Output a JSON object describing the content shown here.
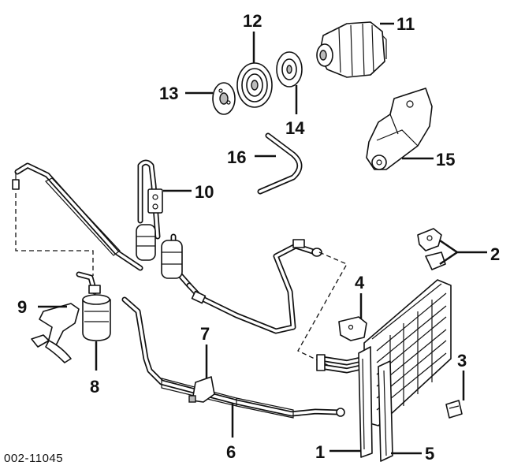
{
  "callouts": {
    "c1": "1",
    "c2": "2",
    "c3": "3",
    "c4": "4",
    "c5": "5",
    "c6": "6",
    "c7": "7",
    "c8": "8",
    "c9": "9",
    "c10": "10",
    "c11": "11",
    "c12": "12",
    "c13": "13",
    "c14": "14",
    "c15": "15",
    "c16": "16"
  },
  "document_id": "002-11045"
}
